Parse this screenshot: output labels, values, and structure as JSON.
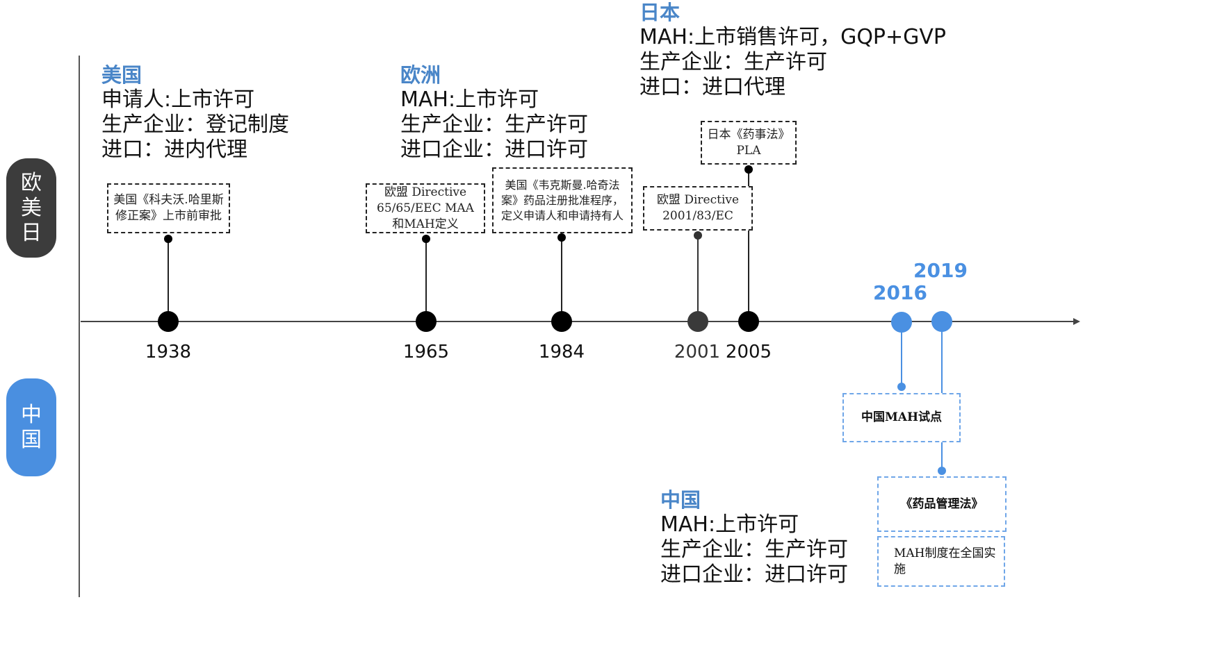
{
  "sections": {
    "west_label": "欧美日",
    "china_label": "中国"
  },
  "colors": {
    "west_pill": "#3c3c3c",
    "china_pill": "#4a8fe0",
    "accent_blue": "#4a90e2",
    "title_blue": "#4a86c8",
    "line": "#222222"
  },
  "regions": {
    "usa": {
      "title": "美国",
      "lines": [
        "申请人:上市许可",
        "生产企业：登记制度",
        "进口：进内代理"
      ]
    },
    "europe": {
      "title": "欧洲",
      "lines": [
        "MAH:上市许可",
        "生产企业：生产许可",
        "进口企业：进口许可"
      ]
    },
    "japan": {
      "title": "日本",
      "lines": [
        "MAH:上市销售许可，GQP+GVP",
        "生产企业：生产许可",
        "进口：进口代理"
      ]
    },
    "china": {
      "title": "中国",
      "lines": [
        "MAH:上市许可",
        "生产企业：生产许可",
        "进口企业：进口许可"
      ]
    }
  },
  "timeline": {
    "years": [
      "1938",
      "1965",
      "1984",
      "2001",
      "2005",
      "2016",
      "2019"
    ],
    "events": [
      {
        "year": "1938",
        "text": "美国《科夫沃.哈里斯修正案》上市前审批"
      },
      {
        "year": "1965",
        "text": "欧盟 Directive 65/65/EEC MAA和MAH定义"
      },
      {
        "year": "1984",
        "text": "美国《韦克斯曼.哈奇法案》药品注册批准程序，定义申请人和申请持有人"
      },
      {
        "year": "2001",
        "text": "欧盟 Directive 2001/83/EC"
      },
      {
        "year": "2005",
        "text": "日本《药事法》PLA"
      },
      {
        "year": "2016",
        "text": "中国MAH试点"
      },
      {
        "year": "2019",
        "text": "《药品管理法》"
      },
      {
        "year": "2019",
        "text": "MAH制度在全国实施"
      }
    ]
  }
}
